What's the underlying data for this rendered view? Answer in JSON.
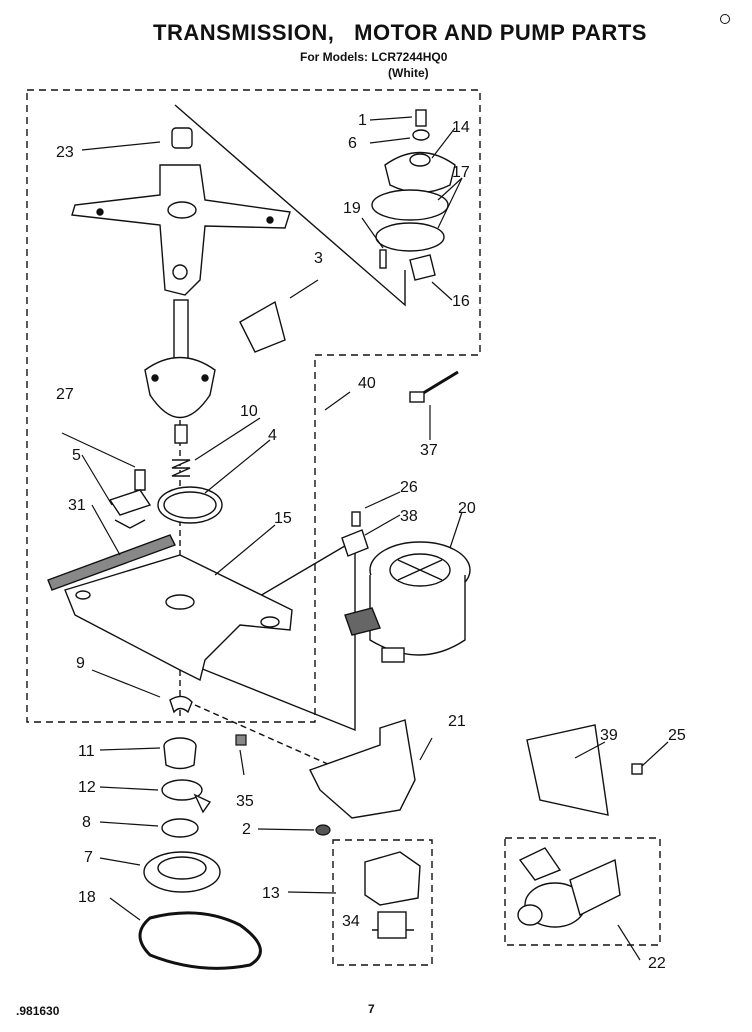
{
  "title": "TRANSMISSION,   MOTOR AND PUMP PARTS",
  "subtitle_model": "For Models: LCR7244HQ0",
  "subtitle_color": "(White)",
  "footer_code": "981630",
  "page_number": "7",
  "callouts": [
    "1",
    "2",
    "3",
    "4",
    "5",
    "6",
    "7",
    "8",
    "9",
    "10",
    "11",
    "12",
    "13",
    "14",
    "15",
    "16",
    "17",
    "18",
    "19",
    "20",
    "21",
    "22",
    "23",
    "25",
    "26",
    "27",
    "31",
    "34",
    "35",
    "37",
    "38",
    "39",
    "40"
  ]
}
